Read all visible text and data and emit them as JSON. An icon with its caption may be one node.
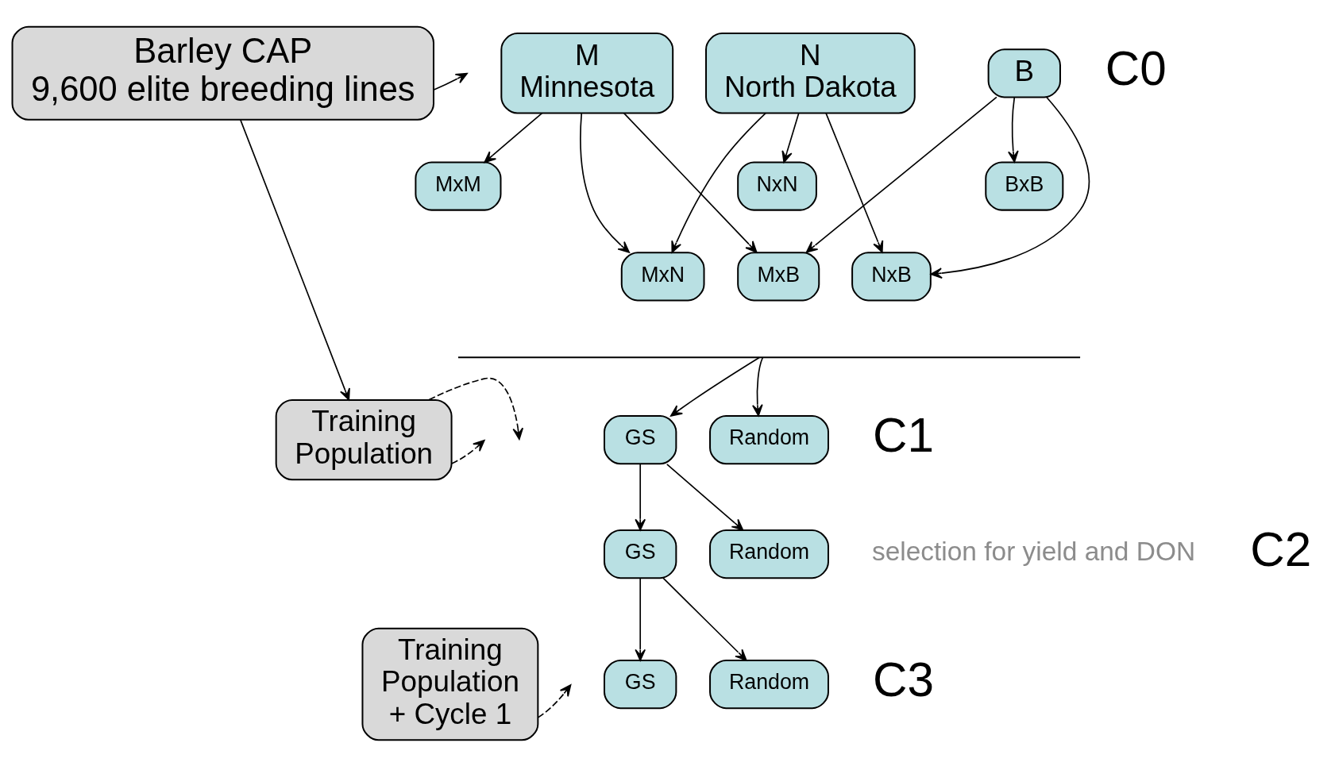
{
  "diagram": {
    "nodes": [
      {
        "text": [
          "Barley CAP",
          "9,600 elite breeding lines"
        ]
      },
      {
        "text": [
          "M",
          "Minnesota"
        ]
      },
      {
        "text": [
          "N",
          "North Dakota"
        ]
      },
      {
        "text": [
          "B"
        ]
      },
      {
        "text": [
          "MxM"
        ]
      },
      {
        "text": [
          "NxN"
        ]
      },
      {
        "text": [
          "BxB"
        ]
      },
      {
        "text": [
          "MxN"
        ]
      },
      {
        "text": [
          "MxB"
        ]
      },
      {
        "text": [
          "NxB"
        ]
      },
      {
        "text": [],
        "shape": "brace"
      },
      {
        "text": [
          "Training Population"
        ]
      },
      {
        "text": [
          "Training Population + Cycle 1"
        ]
      },
      {
        "text": [
          "GS"
        ]
      },
      {
        "text": [
          "Random"
        ]
      },
      {
        "text": [
          "GS"
        ]
      },
      {
        "text": [
          "Random"
        ]
      },
      {
        "text": [
          "GS"
        ]
      },
      {
        "text": [
          "Random"
        ]
      }
    ],
    "edges": [
      {
        "from": 0,
        "to": null,
        "arrow": "to"
      },
      {
        "from": 0,
        "to": 11,
        "arrow": "to"
      },
      {
        "from": 1,
        "to": 4,
        "arrow": "to"
      },
      {
        "from": 1,
        "to": 7,
        "arrow": "to"
      },
      {
        "from": 1,
        "to": 8,
        "arrow": "to"
      },
      {
        "from": 2,
        "to": 5,
        "arrow": "to"
      },
      {
        "from": 2,
        "to": 7,
        "arrow": "to"
      },
      {
        "from": 2,
        "to": 9,
        "arrow": "to"
      },
      {
        "from": 3,
        "to": 6,
        "arrow": "to"
      },
      {
        "from": 3,
        "to": 8,
        "arrow": "to"
      },
      {
        "from": 3,
        "to": 9,
        "arrow": "to"
      },
      {
        "from": 10,
        "to": 13,
        "arrow": "to"
      },
      {
        "from": 10,
        "to": 14,
        "arrow": "to"
      },
      {
        "from": 11,
        "to": null,
        "arrow": "to",
        "style": "dashed"
      },
      {
        "from": 11,
        "to": null,
        "arrow": "to",
        "style": "dashed"
      },
      {
        "from": 12,
        "to": null,
        "arrow": "to",
        "style": "dashed"
      },
      {
        "from": 13,
        "to": 15,
        "arrow": "to"
      },
      {
        "from": 13,
        "to": 16,
        "arrow": "to"
      },
      {
        "from": 15,
        "to": 17,
        "arrow": "to"
      },
      {
        "from": 15,
        "to": 18,
        "arrow": "to"
      }
    ],
    "labels": [
      "C0",
      "C1",
      "selection for yield and DON",
      "C2",
      "C3"
    ]
  }
}
